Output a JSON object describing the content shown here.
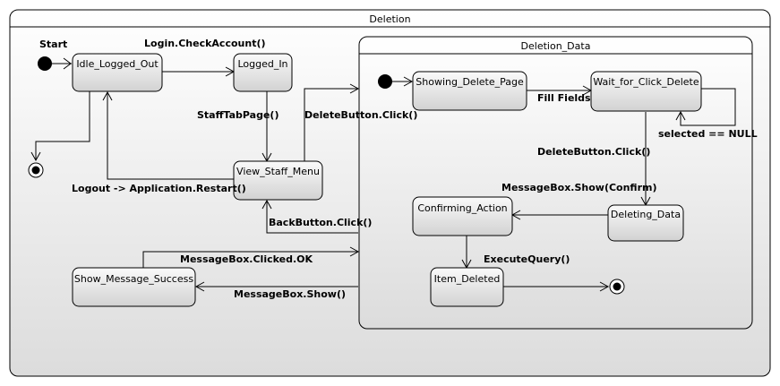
{
  "diagram": {
    "title": "Deletion",
    "composite_title": "Deletion_Data",
    "start_label": "Start",
    "states": {
      "idle": "Idle_Logged_Out",
      "logged_in": "Logged_In",
      "staff_menu": "View_Staff_Menu",
      "show_msg": "Show_Message_Success",
      "showing_delete": "Showing_Delete_Page",
      "wait_click": "Wait_for_Click_Delete",
      "confirming": "Confirming_Action",
      "deleting": "Deleting_Data",
      "item_deleted": "Item_Deleted"
    },
    "transitions": {
      "login": "Login.CheckAccount()",
      "staff_tab": "StaffTabPage()",
      "logout": "Logout -> Application.Restart()",
      "delete_click_outer": "DeleteButton.Click()",
      "back_click": "BackButton.Click()",
      "msg_clicked_ok": "MessageBox.Clicked.OK",
      "msg_show": "MessageBox.Show()",
      "fill_fields": "Fill Fields",
      "selected_null": "selected == NULL",
      "delete_click_inner": "DeleteButton.Click()",
      "msg_confirm": "MessageBox.Show(Confirm)",
      "execute_query": "ExecuteQuery()"
    }
  }
}
